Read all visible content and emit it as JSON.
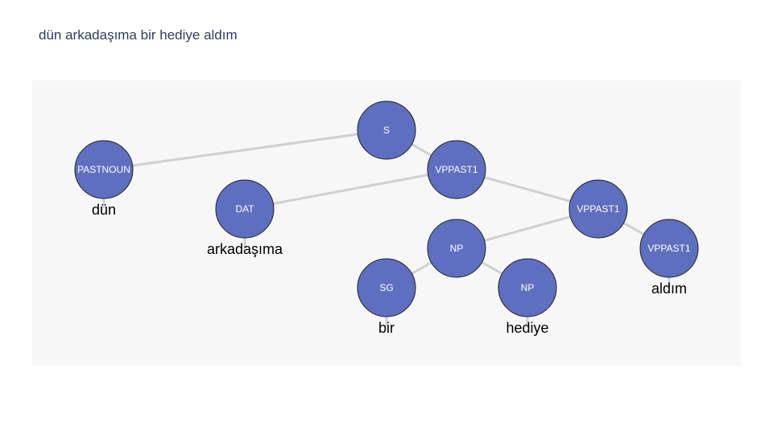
{
  "title": "dün arkadaşıma bir hediye aldım",
  "colors": {
    "plot_bg": "#f7f7f7",
    "node_fill": "#5f6fbf",
    "node_stroke": "#222222",
    "edge": "#d0d0d0",
    "title": "#2a3f5f"
  },
  "tree": {
    "nodes": [
      {
        "id": "s",
        "label": "S"
      },
      {
        "id": "pastnoun",
        "label": "PASTNOUN",
        "word": "dün"
      },
      {
        "id": "vppast1_a",
        "label": "VPPAST1"
      },
      {
        "id": "dat",
        "label": "DAT",
        "word": "arkadaşıma"
      },
      {
        "id": "vppast1_b",
        "label": "VPPAST1"
      },
      {
        "id": "np_a",
        "label": "NP"
      },
      {
        "id": "vppast1_c",
        "label": "VPPAST1",
        "word": "aldım"
      },
      {
        "id": "sg",
        "label": "SG",
        "word": "bir"
      },
      {
        "id": "np_b",
        "label": "NP",
        "word": "hediye"
      }
    ],
    "edges": [
      [
        "s",
        "pastnoun"
      ],
      [
        "s",
        "vppast1_a"
      ],
      [
        "vppast1_a",
        "dat"
      ],
      [
        "vppast1_a",
        "vppast1_b"
      ],
      [
        "vppast1_b",
        "np_a"
      ],
      [
        "vppast1_b",
        "vppast1_c"
      ],
      [
        "np_a",
        "sg"
      ],
      [
        "np_a",
        "np_b"
      ]
    ]
  }
}
